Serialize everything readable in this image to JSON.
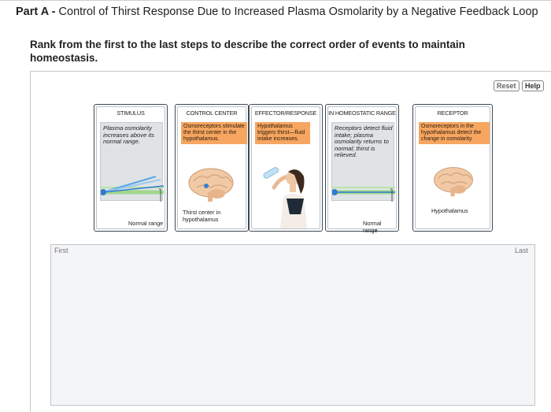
{
  "header": {
    "part": "Part A -",
    "title": "Control of Thirst Response Due to Increased Plasma Osmolarity by a Negative Feedback Loop"
  },
  "instructions": "Rank from the first to the last steps to describe the correct order of events to maintain homeostasis.",
  "toolbar": {
    "reset_label": "Reset",
    "help_label": "Help"
  },
  "cards": [
    {
      "heading": "STIMULUS",
      "text": "Plasma osmolarity increases above its normal range.",
      "label": "Normal range"
    },
    {
      "heading": "CONTROL CENTER",
      "text": "Osmoreceptors stimulate the thirst center in the hypothalamus.",
      "label": "Thirst center in hypothalamus"
    },
    {
      "heading": "EFFECTOR/RESPONSE",
      "text": "Hypothalamus triggers thirst—fluid intake increases."
    },
    {
      "heading": "IN HOMEOSTATIC RANGE",
      "text": "Receptors detect fluid intake; plasma osmolarity returns to normal; thirst is relieved.",
      "label": "Normal range"
    },
    {
      "heading": "RECEPTOR",
      "text": "Osmoreceptors in the hypothalamus detect the change in osmolarity.",
      "label": "Hypothalamus"
    }
  ],
  "ranking": {
    "first_label": "First",
    "last_label": "Last"
  },
  "colors": {
    "orange": "#f6a661",
    "gray_panel": "#dfe3e5",
    "line_blue": "#2e7bd1",
    "line_green": "#9fd68a"
  },
  "icons": [
    "brain-icon",
    "woman-drinking-icon",
    "osmolarity-graph-icon"
  ]
}
